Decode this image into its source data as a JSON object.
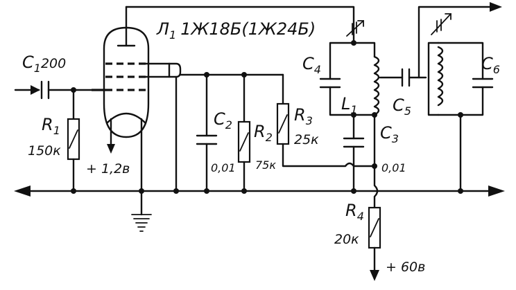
{
  "tube": {
    "label": "Л",
    "sub": "1",
    "type": "1Ж18Б(1Ж24Б)"
  },
  "c1": {
    "label": "C",
    "sub": "1",
    "value": "200"
  },
  "r1": {
    "label": "R",
    "sub": "1",
    "value": "150к"
  },
  "filament": {
    "value": "+ 1,2в"
  },
  "c2": {
    "label": "C",
    "sub": "2",
    "value": "0,01"
  },
  "r2": {
    "label": "R",
    "sub": "2",
    "value": "75к"
  },
  "r3": {
    "label": "R",
    "sub": "3",
    "value": "25к"
  },
  "c4": {
    "label": "C",
    "sub": "4"
  },
  "l1": {
    "label": "L",
    "sub": "1"
  },
  "c3": {
    "label": "C",
    "sub": "3",
    "value": "0,01"
  },
  "c5": {
    "label": "C",
    "sub": "5"
  },
  "c6": {
    "label": "C",
    "sub": "6"
  },
  "r4": {
    "label": "R",
    "sub": "4",
    "value": "20к"
  },
  "supply": {
    "value": "+ 60в"
  }
}
